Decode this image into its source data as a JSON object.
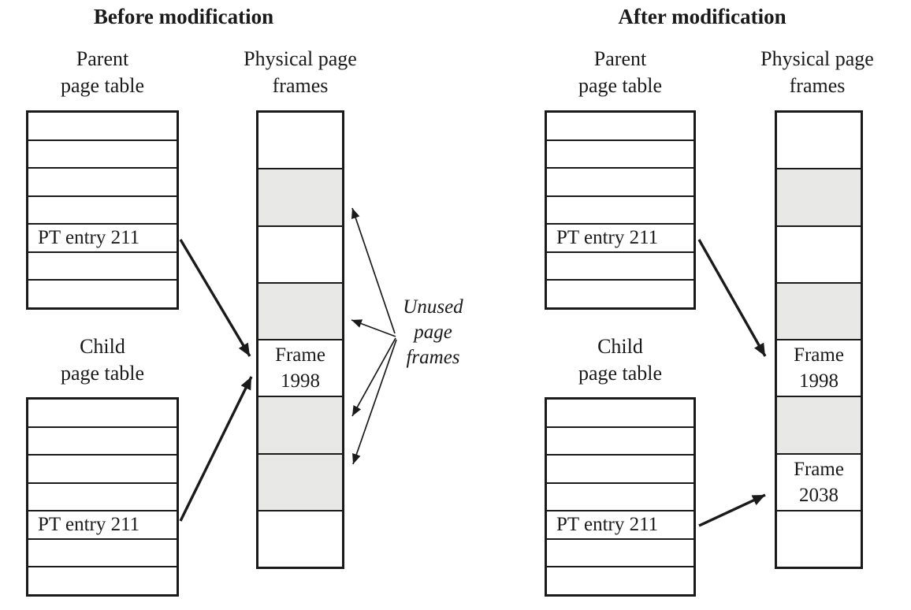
{
  "colors": {
    "background": "#ffffff",
    "line": "#1a1a1a",
    "unused_frame_fill": "#e8e8e6",
    "used_frame_fill": "#ffffff"
  },
  "before": {
    "title": "Before modification",
    "parent_table": {
      "label": "Parent\npage table",
      "rows": [
        "",
        "",
        "",
        "",
        "PT entry 211",
        "",
        ""
      ]
    },
    "child_table": {
      "label": "Child\npage table",
      "rows": [
        "",
        "",
        "",
        "",
        "PT entry 211",
        "",
        ""
      ]
    },
    "frames": {
      "label": "Physical page\nframes",
      "cells": [
        {
          "text": "",
          "state": "used"
        },
        {
          "text": "",
          "state": "unused"
        },
        {
          "text": "",
          "state": "used"
        },
        {
          "text": "",
          "state": "unused"
        },
        {
          "text": "Frame\n1998",
          "state": "used"
        },
        {
          "text": "",
          "state": "unused"
        },
        {
          "text": "",
          "state": "unused"
        },
        {
          "text": "",
          "state": "used"
        }
      ]
    },
    "annotation": "Unused\npage\nframes"
  },
  "after": {
    "title": "After modification",
    "parent_table": {
      "label": "Parent\npage table",
      "rows": [
        "",
        "",
        "",
        "",
        "PT entry 211",
        "",
        ""
      ]
    },
    "child_table": {
      "label": "Child\npage table",
      "rows": [
        "",
        "",
        "",
        "",
        "PT entry 211",
        "",
        ""
      ]
    },
    "frames": {
      "label": "Physical page\nframes",
      "cells": [
        {
          "text": "",
          "state": "used"
        },
        {
          "text": "",
          "state": "unused"
        },
        {
          "text": "",
          "state": "used"
        },
        {
          "text": "",
          "state": "unused"
        },
        {
          "text": "Frame\n1998",
          "state": "used"
        },
        {
          "text": "",
          "state": "unused"
        },
        {
          "text": "Frame\n2038",
          "state": "used"
        },
        {
          "text": "",
          "state": "used"
        }
      ]
    }
  }
}
